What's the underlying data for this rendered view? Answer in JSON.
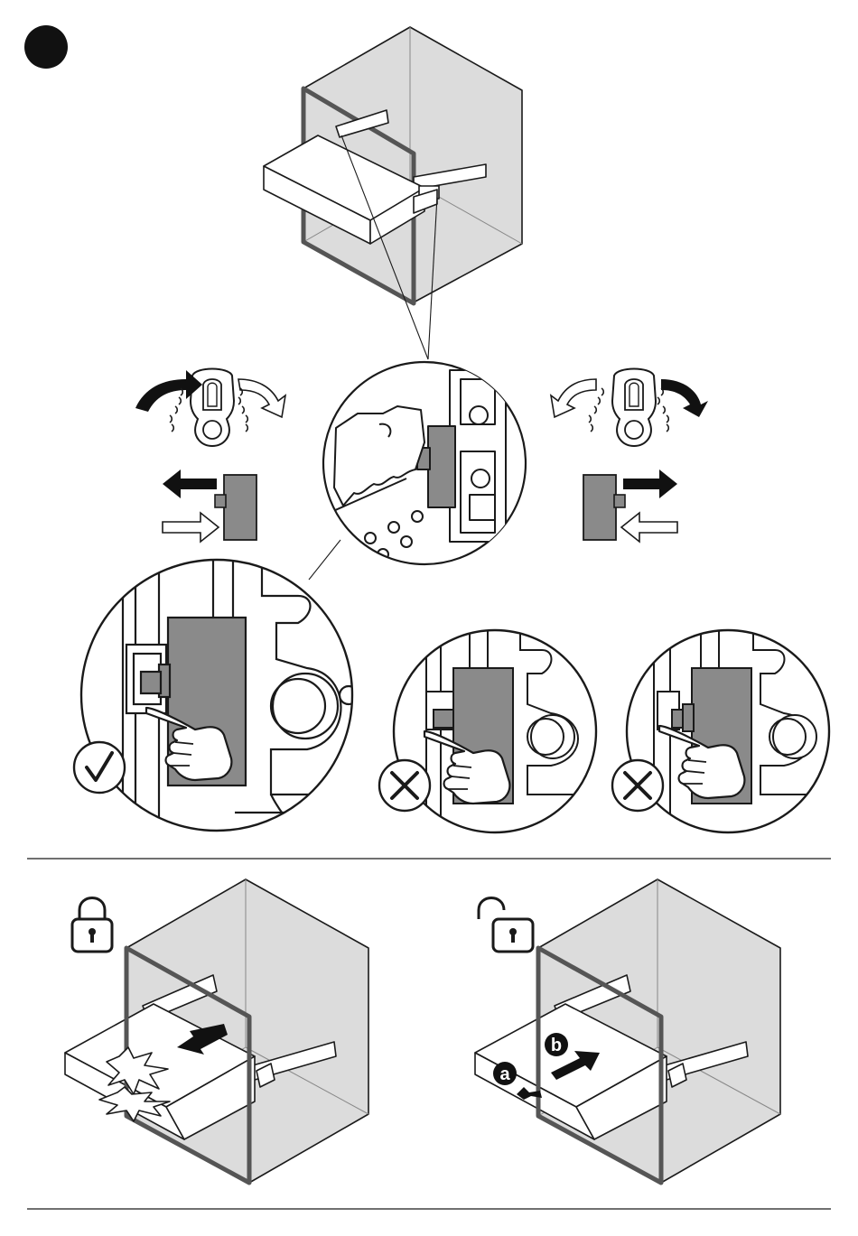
{
  "figure": {
    "callouts": {
      "a": "a",
      "b": "b"
    },
    "verdicts": [
      "correct",
      "wrong",
      "wrong"
    ],
    "icons": [
      "step-marker-icon",
      "lock-closed-icon",
      "lock-open-icon",
      "check-icon",
      "cross-icon",
      "hand-pointer-icon",
      "rotate-arrow-icon",
      "push-arrow-icon"
    ],
    "colors": {
      "line": "#1a1a1a",
      "cabinet": "#d9d9d9",
      "part": "#8a8a8a",
      "white": "#ffffff"
    }
  }
}
